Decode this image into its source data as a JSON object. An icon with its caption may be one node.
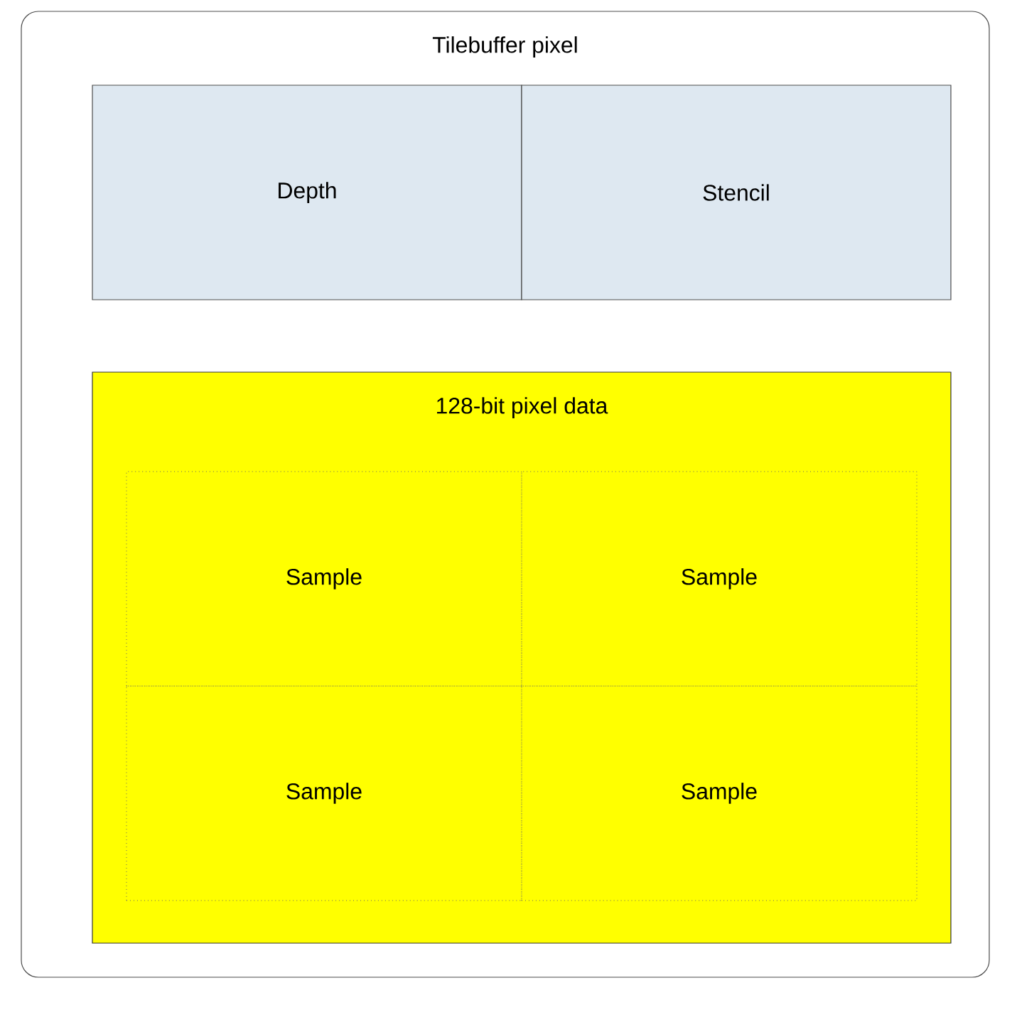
{
  "diagram": {
    "nodes": [
      {
        "text": [
          "Tilebuffer pixel"
        ]
      },
      {
        "text": [
          "Depth"
        ],
        "in": 0
      },
      {
        "text": [
          "Stencil"
        ],
        "in": 0
      },
      {
        "text": [
          "128-bit pixel data"
        ],
        "in": 0
      },
      {
        "text": [
          "Sample"
        ],
        "in": 3
      },
      {
        "text": [
          "Sample"
        ],
        "in": 3
      },
      {
        "text": [
          "Sample"
        ],
        "in": 3
      },
      {
        "text": [
          "Sample"
        ],
        "in": 3
      }
    ]
  }
}
